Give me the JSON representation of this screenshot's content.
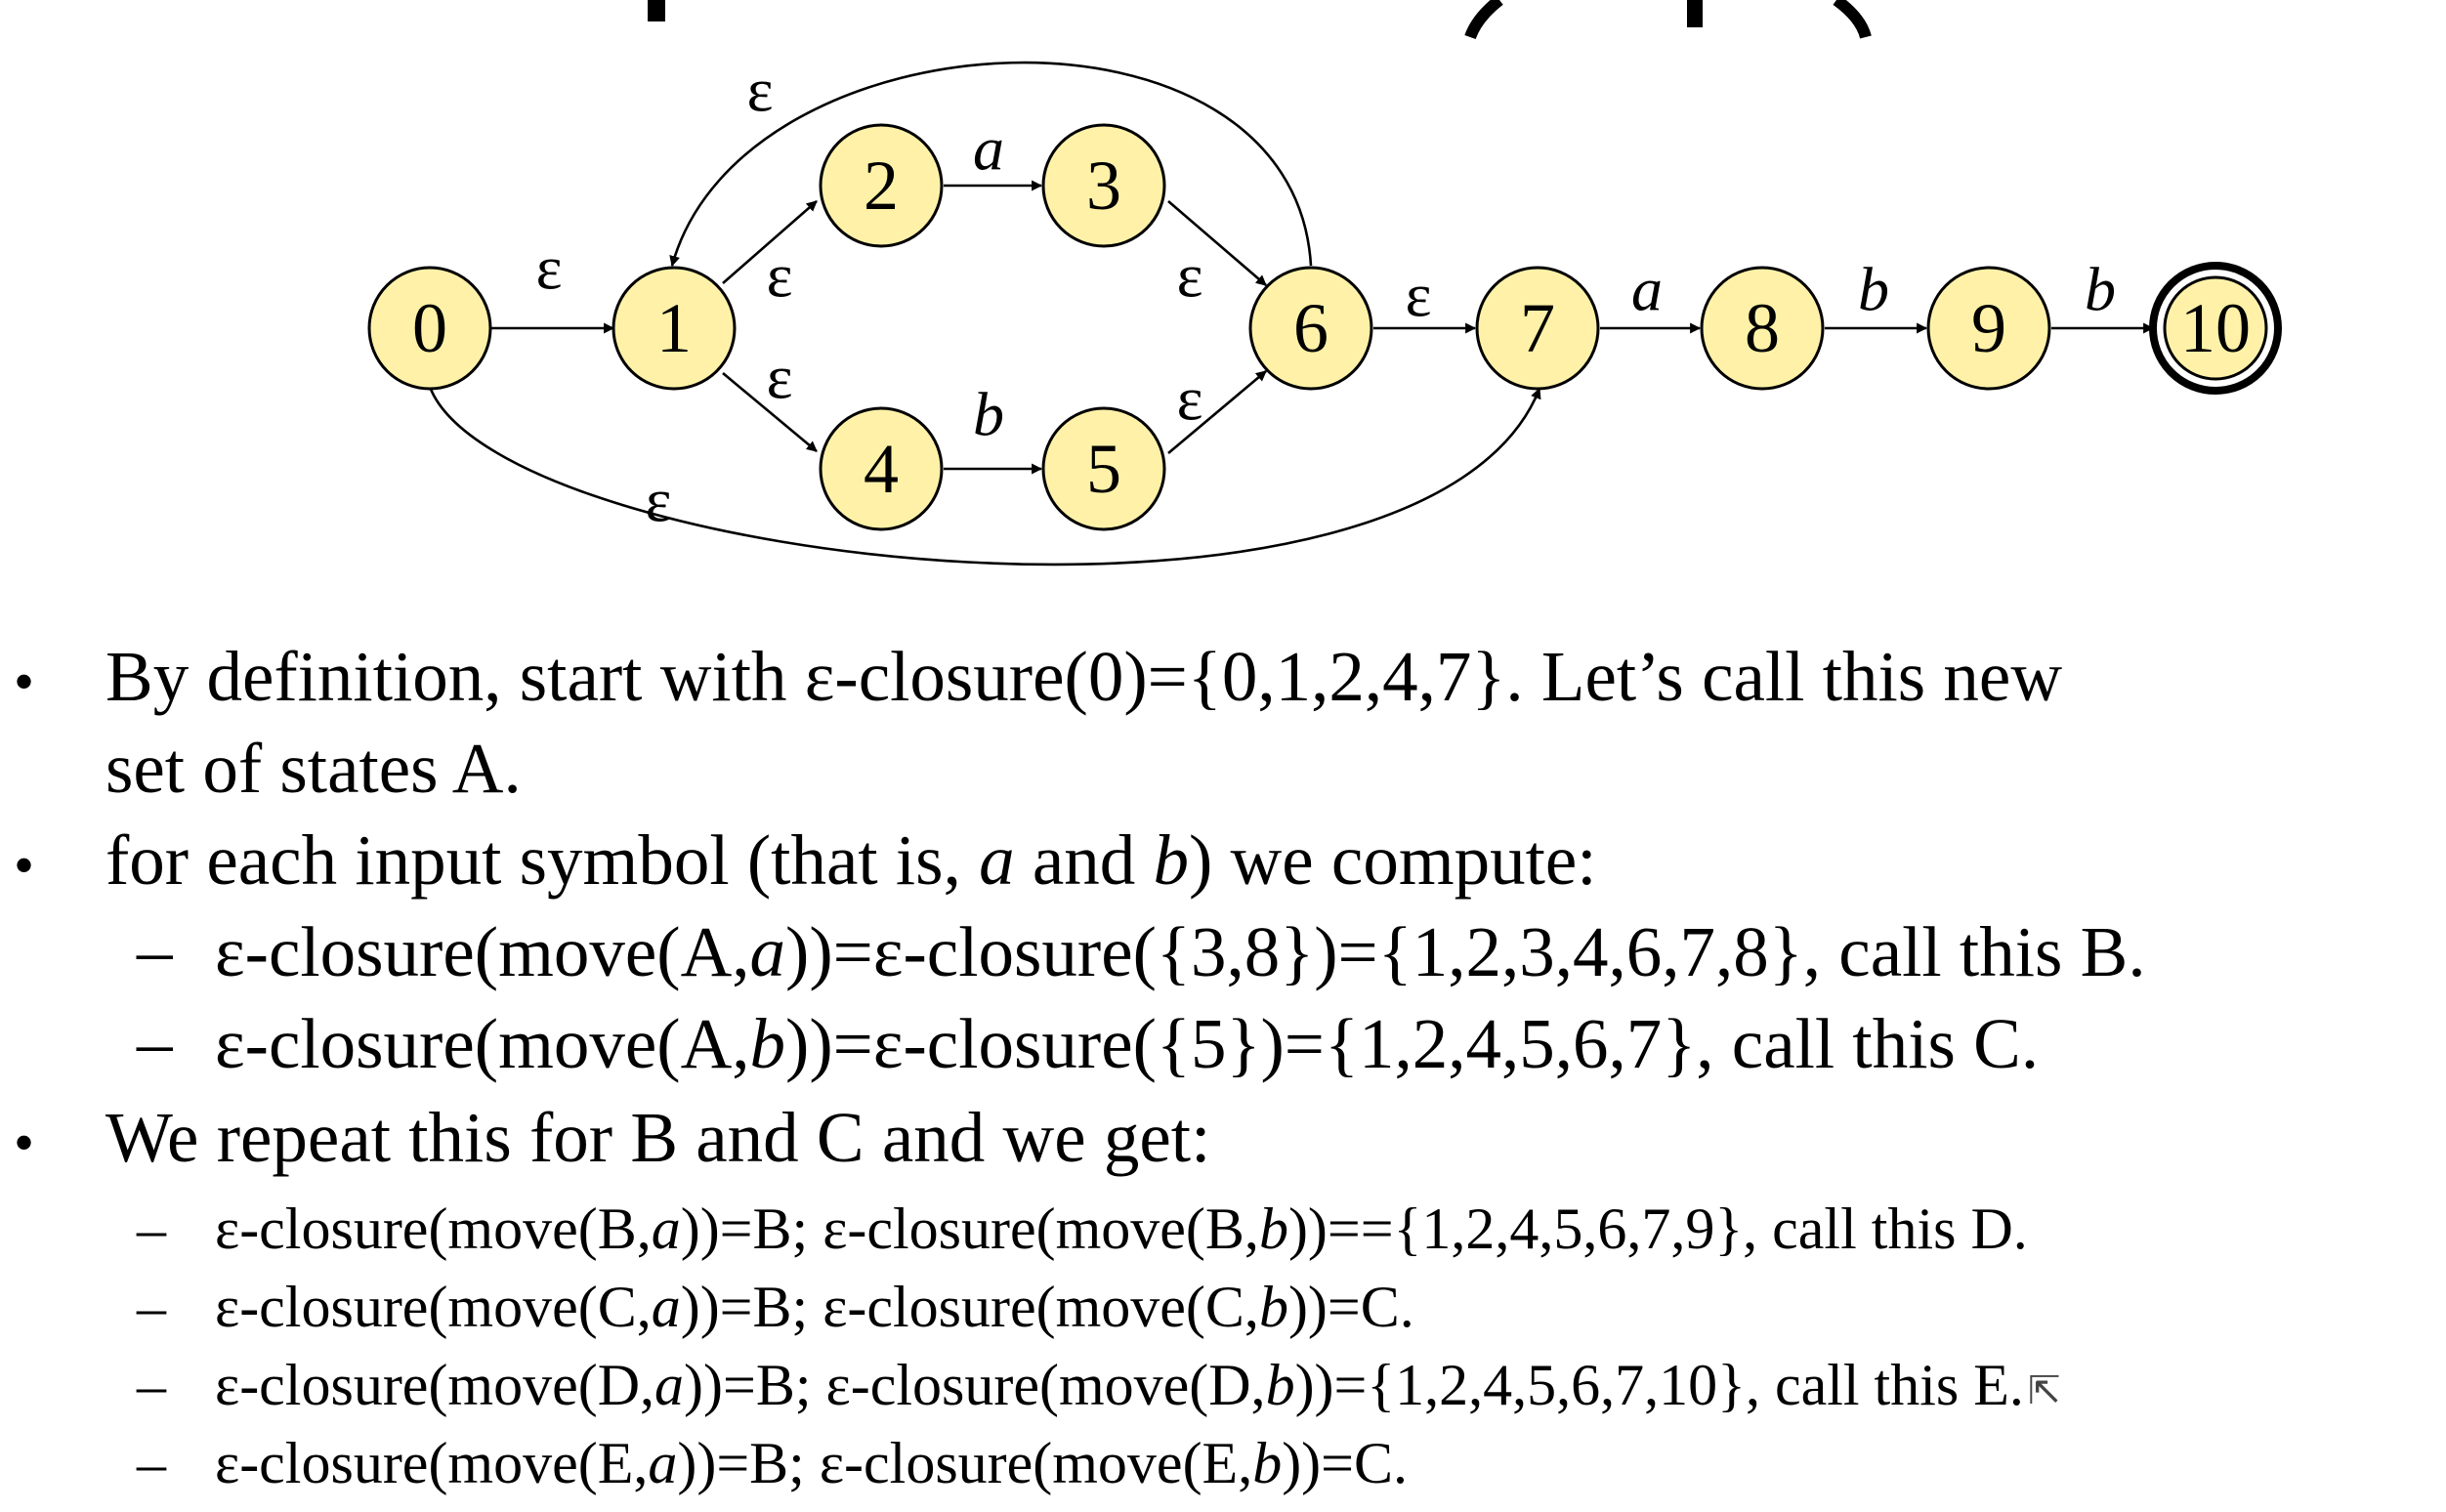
{
  "diagram": {
    "states": [
      {
        "id": "0",
        "label": "0",
        "accepting": false
      },
      {
        "id": "1",
        "label": "1",
        "accepting": false
      },
      {
        "id": "2",
        "label": "2",
        "accepting": false
      },
      {
        "id": "3",
        "label": "3",
        "accepting": false
      },
      {
        "id": "4",
        "label": "4",
        "accepting": false
      },
      {
        "id": "5",
        "label": "5",
        "accepting": false
      },
      {
        "id": "6",
        "label": "6",
        "accepting": false
      },
      {
        "id": "7",
        "label": "7",
        "accepting": false
      },
      {
        "id": "8",
        "label": "8",
        "accepting": false
      },
      {
        "id": "9",
        "label": "9",
        "accepting": false
      },
      {
        "id": "10",
        "label": "10",
        "accepting": true
      }
    ],
    "transitions": [
      {
        "from": "0",
        "to": "1",
        "label": "ε"
      },
      {
        "from": "1",
        "to": "2",
        "label": "ε"
      },
      {
        "from": "1",
        "to": "4",
        "label": "ε"
      },
      {
        "from": "2",
        "to": "3",
        "label": "a"
      },
      {
        "from": "4",
        "to": "5",
        "label": "b"
      },
      {
        "from": "3",
        "to": "6",
        "label": "ε"
      },
      {
        "from": "5",
        "to": "6",
        "label": "ε"
      },
      {
        "from": "6",
        "to": "1",
        "label": "ε"
      },
      {
        "from": "6",
        "to": "7",
        "label": "ε"
      },
      {
        "from": "0",
        "to": "7",
        "label": "ε"
      },
      {
        "from": "7",
        "to": "8",
        "label": "a"
      },
      {
        "from": "8",
        "to": "9",
        "label": "b"
      },
      {
        "from": "9",
        "to": "10",
        "label": "b"
      }
    ],
    "colors": {
      "state_fill": "#fff2a8",
      "stroke": "#000000"
    }
  },
  "bullets": {
    "b1_line1": "By definition, start with ε-closure(0)={0,1,2,4,7}. Let’s call this new",
    "b1_line2": "set of states A.",
    "b2_pre": "for each input symbol (that is, ",
    "b2_a": "a",
    "b2_mid": " and ",
    "b2_b": "b",
    "b2_post": ") we compute:",
    "b2_s1_pre": "ε-closure(move(A,",
    "b2_s1_sym": "a",
    "b2_s1_post": "))=ε-closure({3,8})={1,2,3,4,6,7,8}, call this B.",
    "b2_s2_pre": "ε-closure(move(A,",
    "b2_s2_sym": "b",
    "b2_s2_post": "))=ε-closure({5})={1,2,4,5,6,7}, call this C.",
    "b3": "We repeat this for B and C and we get:",
    "b3_s1": [
      "ε-closure(move(B,",
      "a",
      "))=B; ε-closure(move(B,",
      "b",
      "))=={1,2,4,5,6,7,9}, call this D."
    ],
    "b3_s2": [
      "ε-closure(move(C,",
      "a",
      "))=B; ε-closure(move(C,",
      "b",
      "))=C."
    ],
    "b3_s3": [
      "ε-closure(move(D,",
      "a",
      "))=B; ε-closure(move(D,",
      "b",
      "))={1,2,4,5,6,7,10}, call this E."
    ],
    "b3_s4": [
      "ε-closure(move(E,",
      "a",
      "))=B; ε-closure(move(E,",
      "b",
      "))=C."
    ]
  }
}
